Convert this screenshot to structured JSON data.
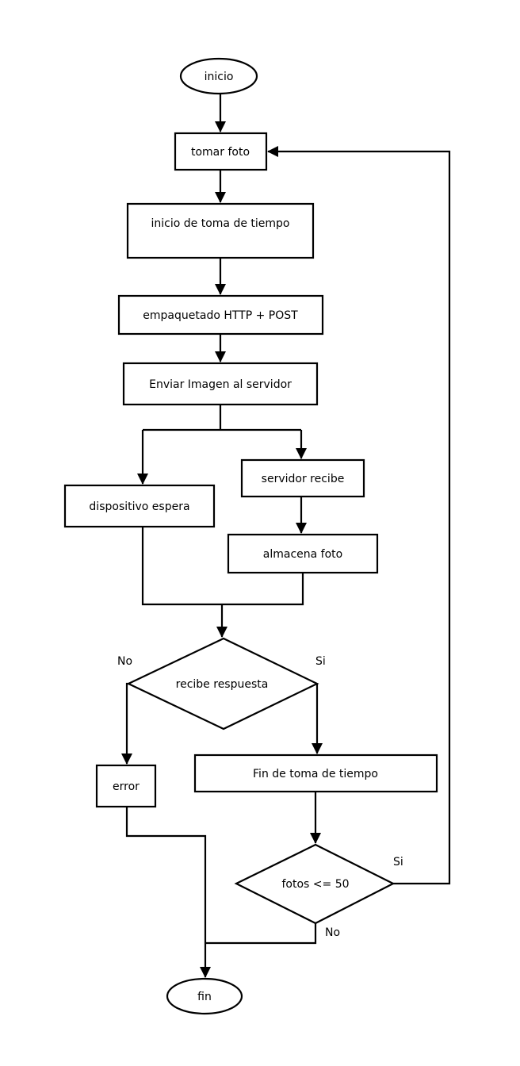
{
  "nodes": {
    "start": "inicio",
    "take_photo": "tomar foto",
    "start_timing": "inicio de toma de tiempo",
    "package_http": "empaquetado HTTP + POST",
    "send_image": "Enviar Imagen al servidor",
    "server_receives": "servidor recibe",
    "device_waits": "dispositivo espera",
    "store_photo": "almacena foto",
    "receives_response": "recibe respuesta",
    "error": "error",
    "end_timing": "Fin de toma de tiempo",
    "photo_count_check": "fotos <= 50",
    "end": "fin"
  },
  "branch_labels": {
    "response_no": "No",
    "response_yes": "Si",
    "loop_yes": "Si",
    "loop_no": "No"
  },
  "colors": {
    "stroke": "#000000",
    "background": "#ffffff"
  }
}
